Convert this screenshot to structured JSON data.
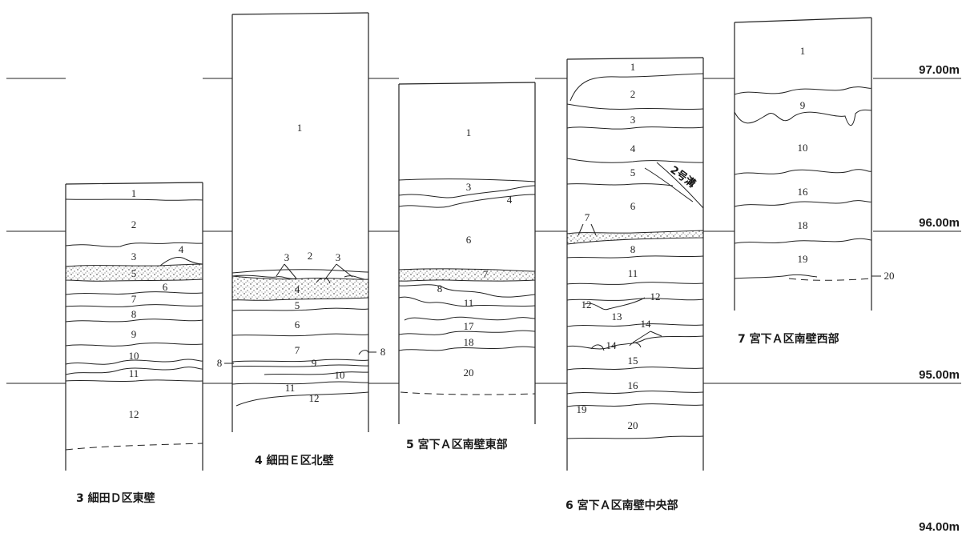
{
  "elevations": [
    "97.00m",
    "96.00m",
    "95.00m",
    "94.00m"
  ],
  "sections": [
    {
      "caption": "3 細田Ｄ区東壁",
      "labels": [
        "1",
        "2",
        "3",
        "4",
        "5",
        "6",
        "7",
        "8",
        "9",
        "10",
        "11",
        "12"
      ]
    },
    {
      "caption": "4 細田Ｅ区北壁",
      "labels": [
        "1",
        "3",
        "2",
        "3",
        "4",
        "5",
        "6",
        "7",
        "8",
        "9",
        "10",
        "8",
        "11",
        "12"
      ]
    },
    {
      "caption": "5 宮下Ａ区南壁東部",
      "labels": [
        "1",
        "3",
        "4",
        "6",
        "7",
        "8",
        "11",
        "17",
        "18",
        "20"
      ]
    },
    {
      "caption": "6 宮下Ａ区南壁中央部",
      "labels": [
        "1",
        "2",
        "3",
        "4",
        "5",
        "6",
        "7",
        "8",
        "11",
        "12",
        "12",
        "13",
        "14",
        "14",
        "15",
        "16",
        "19",
        "20"
      ],
      "ditch_label": "2号溝"
    },
    {
      "caption": "7 宮下Ａ区南壁西部",
      "labels": [
        "1",
        "9",
        "10",
        "16",
        "18",
        "19",
        "20"
      ]
    }
  ]
}
